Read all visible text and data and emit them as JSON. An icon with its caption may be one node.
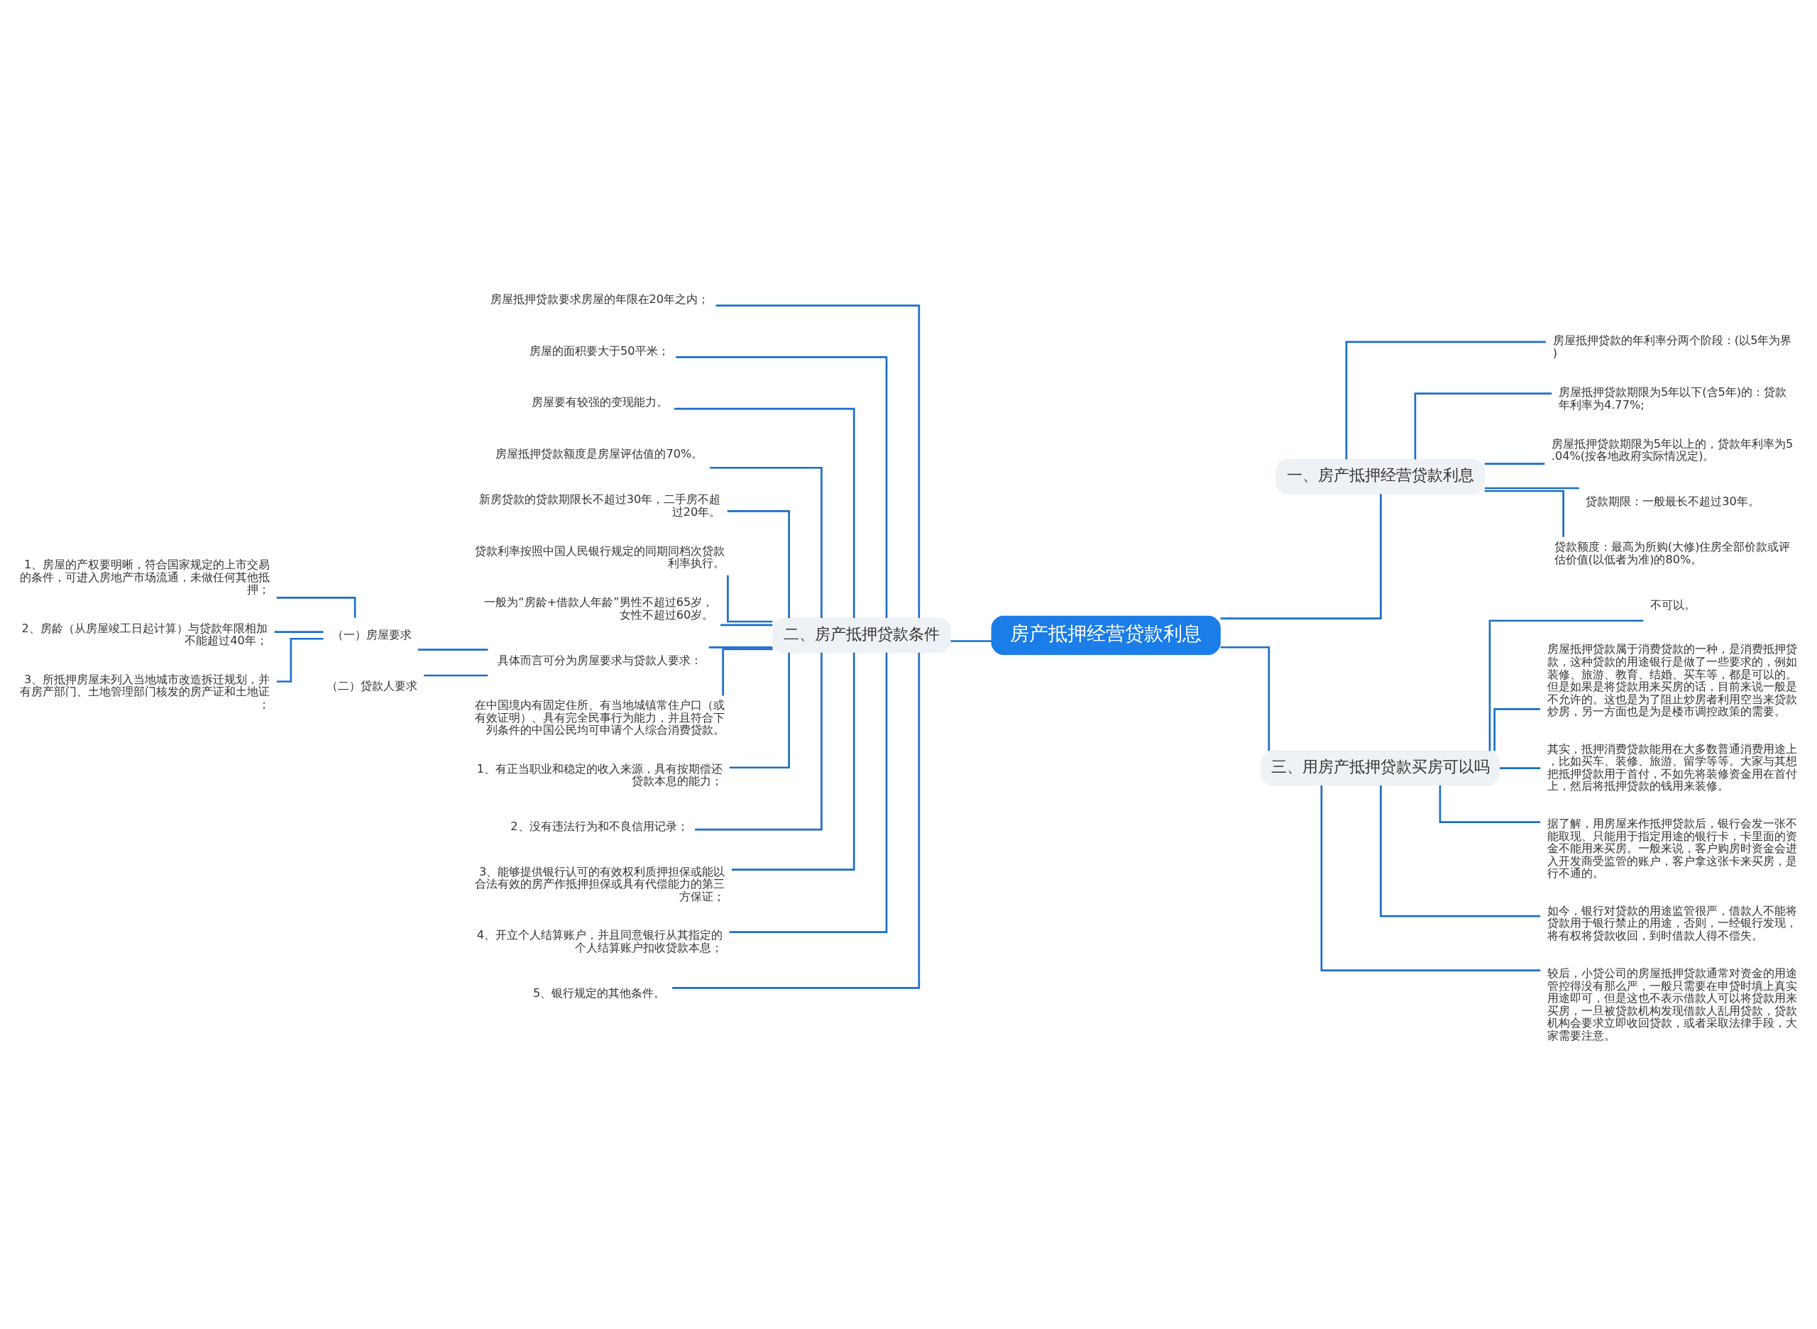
{
  "diagram": {
    "nodes": [
      {
        "text": [
          "房产抵押经营贷款利息"
        ]
      },
      {
        "text": [
          "一、房产抵押经营贷款利息"
        ]
      },
      {
        "text": [
          "房屋抵押贷款的年利率分两个阶段：(以5年为界)"
        ]
      },
      {
        "text": [
          "房屋抵押贷款期限为5年以下(含5年)的：贷款年利率为4.77%;"
        ]
      },
      {
        "text": [
          "房屋抵押贷款期限为5年以上的，贷款年利率为5.04%(按各地政府实际情况定)。"
        ]
      },
      {
        "text": [
          "贷款期限：一般最长不超过30年。"
        ]
      },
      {
        "text": [
          "贷款额度：最高为所购(大修)住房全部价款或评估价值(以低者为准)的80%。"
        ]
      },
      {
        "text": [
          "三、用房产抵押贷款买房可以吗"
        ]
      },
      {
        "text": [
          "不可以。"
        ]
      },
      {
        "text": [
          "房屋抵押贷款属于消费贷款的一种，是消费抵押贷款，这种贷款的用途银行是做了一些要求的，例如装修、旅游、教育、结婚、买车等，都是可以的。但是如果是将贷款用来买房的话，目前来说一般是不允许的。这也是为了阻止炒房者利用空当来贷款炒房，另一方面也是为是楼市调控政策的需要。"
        ]
      },
      {
        "text": [
          "其实，抵押消费贷款能用在大多数普通消费用途上，比如买车、装修、旅游、留学等等。大家与其想把抵押贷款用于首付，不如先将装修资金用在首付上，然后将抵押贷款的钱用来装修。"
        ]
      },
      {
        "text": [
          "据了解，用房屋来作抵押贷款后，银行会发一张不能取现、只能用于指定用途的银行卡，卡里面的资金不能用来买房。一般来说，客户购房时资金会进入开发商受监管的账户，客户拿这张卡来买房，是行不通的。"
        ]
      },
      {
        "text": [
          "如今，银行对贷款的用途监管很严，借款人不能将贷款用于银行禁止的用途，否则，一经银行发现，将有权将贷款收回，到时借款人得不偿失。"
        ]
      },
      {
        "text": [
          "较后，小贷公司的房屋抵押贷款通常对资金的用途管控得没有那么严，一般只需要在申贷时填上真实用途即可，但是这也不表示借款人可以将贷款用来买房，一旦被贷款机构发现借款人乱用贷款，贷款机构会要求立即收回贷款，或者采取法律手段，大家需要注意。"
        ]
      },
      {
        "text": [
          "二、房产抵押贷款条件"
        ]
      },
      {
        "text": [
          "房屋抵押贷款要求房屋的年限在20年之内；"
        ]
      },
      {
        "text": [
          "房屋的面积要大于50平米；"
        ]
      },
      {
        "text": [
          "房屋要有较强的变现能力。"
        ]
      },
      {
        "text": [
          "房屋抵押贷款额度是房屋评估值的70%。"
        ]
      },
      {
        "text": [
          "新房贷款的贷款期限长不超过30年，二手房不超过20年。"
        ]
      },
      {
        "text": [
          "贷款利率按照中国人民银行规定的同期同档次贷款利率执行。"
        ]
      },
      {
        "text": [
          "一般为“房龄+借款人年龄”男性不超过65岁，女性不超过60岁。"
        ]
      },
      {
        "text": [
          "具体而言可分为房屋要求与贷款人要求："
        ]
      },
      {
        "text": [
          "（一）房屋要求"
        ]
      },
      {
        "text": [
          "1、房屋的产权要明晰，符合国家规定的上市交易的条件，可进入房地产市场流通，未做任何其他抵押；"
        ]
      },
      {
        "text": [
          "2、房龄（从房屋竣工日起计算）与贷款年限相加不能超过40年；"
        ]
      },
      {
        "text": [
          "3、所抵押房屋未列入当地城市改造拆迁规划，并有房产部门、土地管理部门核发的房产证和土地证；"
        ]
      },
      {
        "text": [
          "（二）贷款人要求"
        ]
      },
      {
        "text": [
          "在中国境内有固定住所、有当地城镇常住户口（或有效证明）、具有完全民事行为能力，并且符合下列条件的中国公民均可申请个人综合消费贷款。"
        ]
      },
      {
        "text": [
          "1、有正当职业和稳定的收入来源，具有按期偿还贷款本息的能力；"
        ]
      },
      {
        "text": [
          "2、没有违法行为和不良信用记录；"
        ]
      },
      {
        "text": [
          "3、能够提供银行认可的有效权利质押担保或能以合法有效的房产作抵押担保或具有代偿能力的第三方保证；"
        ]
      },
      {
        "text": [
          "4、开立个人结算账户，并且同意银行从其指定的个人结算账户扣收贷款本息；"
        ]
      },
      {
        "text": [
          "5、银行规定的其他条件。"
        ]
      }
    ],
    "edges": [
      {
        "from": 0,
        "to": 1,
        "arrow": "none"
      },
      {
        "from": 1,
        "to": 2,
        "arrow": "none"
      },
      {
        "from": 1,
        "to": 3,
        "arrow": "none"
      },
      {
        "from": 1,
        "to": 4,
        "arrow": "none"
      },
      {
        "from": 1,
        "to": 5,
        "arrow": "none"
      },
      {
        "from": 1,
        "to": 6,
        "arrow": "none"
      },
      {
        "from": 0,
        "to": 7,
        "arrow": "none"
      },
      {
        "from": 7,
        "to": 8,
        "arrow": "none"
      },
      {
        "from": 7,
        "to": 9,
        "arrow": "none"
      },
      {
        "from": 7,
        "to": 10,
        "arrow": "none"
      },
      {
        "from": 7,
        "to": 11,
        "arrow": "none"
      },
      {
        "from": 7,
        "to": 12,
        "arrow": "none"
      },
      {
        "from": 7,
        "to": 13,
        "arrow": "none"
      },
      {
        "from": 0,
        "to": 14,
        "arrow": "none"
      },
      {
        "from": 14,
        "to": 15,
        "arrow": "none"
      },
      {
        "from": 14,
        "to": 16,
        "arrow": "none"
      },
      {
        "from": 14,
        "to": 17,
        "arrow": "none"
      },
      {
        "from": 14,
        "to": 18,
        "arrow": "none"
      },
      {
        "from": 14,
        "to": 19,
        "arrow": "none"
      },
      {
        "from": 14,
        "to": 20,
        "arrow": "none"
      },
      {
        "from": 14,
        "to": 21,
        "arrow": "none"
      },
      {
        "from": 14,
        "to": 22,
        "arrow": "none"
      },
      {
        "from": 22,
        "to": 23,
        "arrow": "none"
      },
      {
        "from": 23,
        "to": 24,
        "arrow": "none"
      },
      {
        "from": 23,
        "to": 25,
        "arrow": "none"
      },
      {
        "from": 23,
        "to": 26,
        "arrow": "none"
      },
      {
        "from": 22,
        "to": 27,
        "arrow": "none"
      },
      {
        "from": 14,
        "to": 28,
        "arrow": "none"
      },
      {
        "from": 14,
        "to": 29,
        "arrow": "none"
      },
      {
        "from": 14,
        "to": 30,
        "arrow": "none"
      },
      {
        "from": 14,
        "to": 31,
        "arrow": "none"
      },
      {
        "from": 14,
        "to": 32,
        "arrow": "none"
      },
      {
        "from": 14,
        "to": 33,
        "arrow": "none"
      }
    ]
  }
}
